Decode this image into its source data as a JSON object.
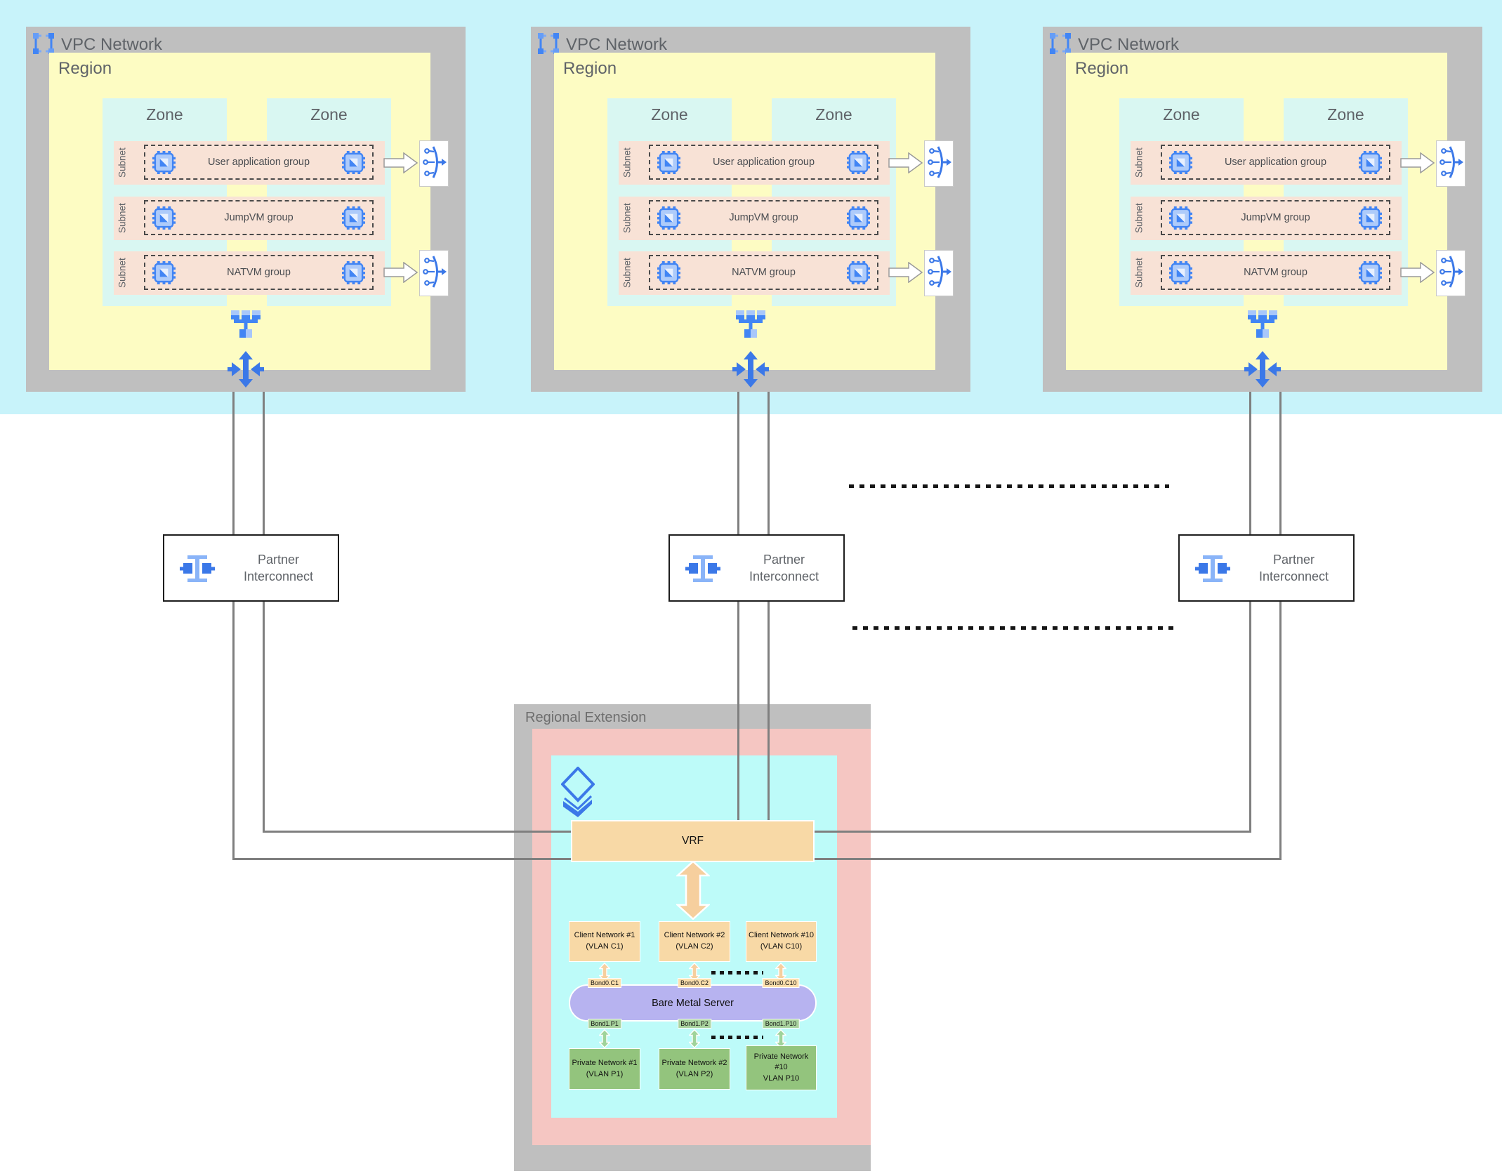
{
  "colors": {
    "cyan_band": "#c8f3fa",
    "box_gray": "#bfbfbf",
    "region_yellow": "#fdfcc3",
    "zone_cyan": "#d9f7f2",
    "subnet_pink": "#f8e2d6",
    "re_pink": "#f5c6c2",
    "re_cyan": "#bdfbf9",
    "orange": "#f8d9a6",
    "purple": "#b7b3f0",
    "green": "#93c47d",
    "bond_orange": "#fcdfad",
    "bond_green": "#a9d39e",
    "blue": "#3b78e8",
    "blue_light": "#8ab4f8",
    "line_gray": "#7f7f7f",
    "text_gray": "#5f6368"
  },
  "icons": {
    "vpc": "vpc-network-icon",
    "vm": "compute-engine-chip-icon",
    "lb": "load-balancer-icon",
    "network": "network-tree-icon",
    "router": "cloud-router-icon",
    "interconnect": "partner-interconnect-icon",
    "layers": "interconnect-attachment-icon"
  },
  "vpc": {
    "title": "VPC Network",
    "region_label": "Region",
    "zone_label": "Zone",
    "subnet_label": "Subnet",
    "groups": [
      "User application group",
      "JumpVM group",
      "NATVM group"
    ]
  },
  "partner": {
    "label": "Partner\nInterconnect"
  },
  "regional": {
    "title": "Regional Extension",
    "vrf_label": "VRF",
    "client_networks": [
      "Client Network #1\n(VLAN C1)",
      "Client Network #2\n(VLAN C2)",
      "Client Network #10\n(VLAN C10)"
    ],
    "bonds_client": [
      "Bond0.C1",
      "Bond0.C2",
      "Bond0.C10"
    ],
    "server_label": "Bare Metal Server",
    "bonds_private": [
      "Bond1.P1",
      "Bond1.P2",
      "Bond1.P10"
    ],
    "private_networks": [
      "Private Network #1\n(VLAN P1)",
      "Private Network #2\n(VLAN P2)",
      "Private Network\n#10\nVLAN P10"
    ]
  }
}
